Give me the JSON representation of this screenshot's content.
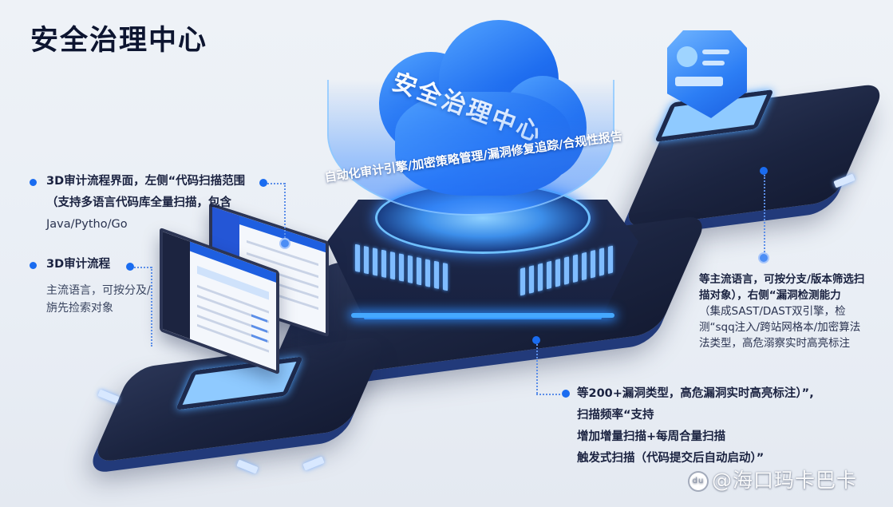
{
  "page": {
    "title": "安全治理中心"
  },
  "hero": {
    "cloud_label": "安全治理中心",
    "band_label": "自动化审计引擎/加密策略管理/漏洞修复追踪/合规性报告"
  },
  "annotations": {
    "top_left": {
      "lines": [
        "3D审计流程界面，左侧“代码扫描范围",
        "（支持多语言代码库全量扫描，包含",
        "Java/Pytho/Go"
      ]
    },
    "mid_left": {
      "heading": "3D审计流程",
      "lines": [
        "主流语言，可按分及/",
        "旃先捡索对象"
      ]
    },
    "right": {
      "lines": [
        "等主流语言，可按分支/版本筛选扫",
        "描对象），右侧“漏洞检测能力",
        "（集成SAST/DAST双引擎，检",
        "测“sqq注入/跨站网格本/加密算法",
        "法类型，高危溺察实时高亮标注"
      ]
    },
    "bottom_right": {
      "lines": [
        "等200+漏洞类型，高危漏洞实时高亮标注）”,",
        "扫描频率“支持",
        "增加增量扫描+每周合量扫描",
        "触发式扫描（代码提交后自动启动）”"
      ]
    }
  },
  "watermark": {
    "badge": "du",
    "text": "@海口玛卡巴卡"
  },
  "colors": {
    "accent": "#1a6cf0",
    "glow": "#45a8ff",
    "device_dark": "#1b2440",
    "title": "#0d1530"
  }
}
